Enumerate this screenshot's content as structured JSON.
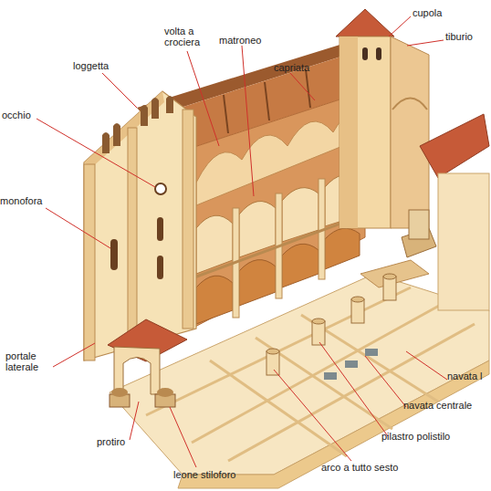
{
  "diagram": {
    "labels": [
      "loggetta",
      "volta a crociera",
      "matroneo",
      "capriata",
      "cupola",
      "tiburio",
      "occhio",
      "monofora",
      "portale laterale",
      "protiro",
      "leone stiloforo",
      "arco a tutto sesto",
      "pilastro polistilo",
      "navata centrale",
      "navata l"
    ]
  }
}
